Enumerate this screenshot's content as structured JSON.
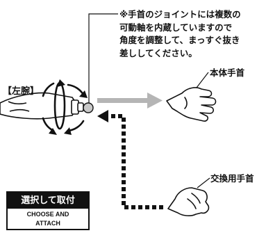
{
  "note": {
    "text": "※手首のジョイントには複数の\n可動軸を内蔵していますので\n角度を調整して、まっすぐ抜き\n差ししてください。"
  },
  "labels": {
    "left_arm": "【左腕】",
    "main_hand": "本体手首",
    "swap_hand": "交換用手首"
  },
  "choose_box": {
    "title": "選択して取付",
    "subtitle": "CHOOSE AND\nATTACH"
  },
  "colors": {
    "arrow_gray": "#b5b5b5",
    "ink": "#111111"
  }
}
